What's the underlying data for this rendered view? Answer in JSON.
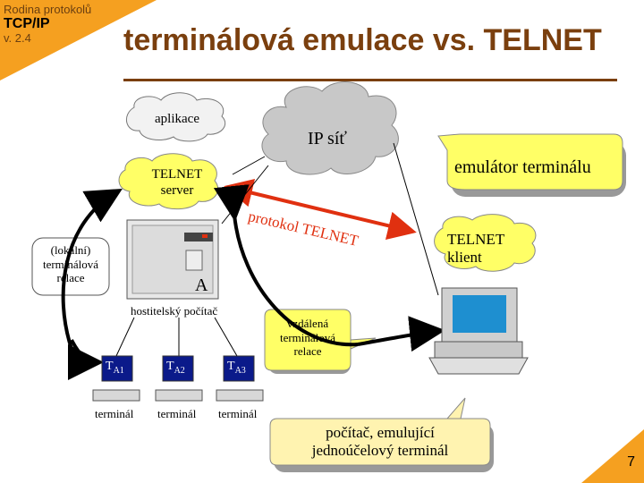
{
  "header": {
    "family": "Rodina protokolů",
    "protocol": "TCP/IP",
    "version": "v. 2.4",
    "title": "terminálová emulace vs. TELNET"
  },
  "diagram": {
    "application": "aplikace",
    "telnet_server": [
      "TELNET",
      "server"
    ],
    "ip_network": "IP síť",
    "emulator": "emulátor terminálu",
    "protocol_arrow": "protokol TELNET",
    "telnet_client": [
      "TELNET",
      "klient"
    ],
    "local_session": [
      "(lokální)",
      "terminálová",
      "relace"
    ],
    "host_letter": "A",
    "host_label": "hostitelský počítač",
    "remote_session": [
      "vzdálená",
      "terminálová",
      "relace"
    ],
    "terminals": [
      {
        "name": "T",
        "sub": "A1",
        "label": "terminál"
      },
      {
        "name": "T",
        "sub": "A2",
        "label": "terminál"
      },
      {
        "name": "T",
        "sub": "A3",
        "label": "terminál"
      }
    ],
    "pc_callout": [
      "počítač, emulující",
      "jednoúčelový terminál"
    ]
  },
  "colors": {
    "accent_orange": "#f5a020",
    "title_brown": "#7a3f0e",
    "callout_yellow": "#ffff66",
    "cloud_gray": "#c8c8c8",
    "arrow_red": "#e03010"
  },
  "page": "7"
}
